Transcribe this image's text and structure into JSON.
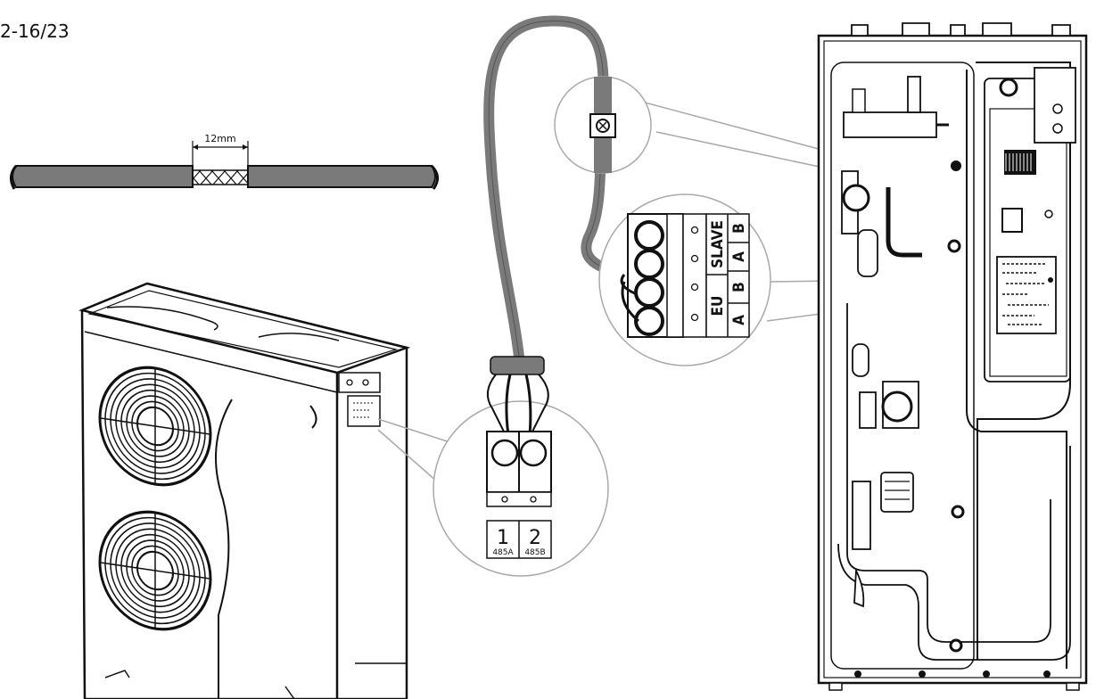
{
  "figure_id": "2-16/23",
  "strip_dimension": "12mm",
  "outdoor_terminal": {
    "pins": [
      {
        "number": "1",
        "signal": "485A"
      },
      {
        "number": "2",
        "signal": "485B"
      }
    ]
  },
  "indoor_terminal": {
    "groups": [
      {
        "name": "SLAVE",
        "pins": [
          "A",
          "B"
        ]
      },
      {
        "name": "EU",
        "pins": [
          "A",
          "B"
        ]
      }
    ]
  },
  "colors": {
    "line": "#111111",
    "cable": "#7a7a7a",
    "callout": "#a9a9a9"
  }
}
